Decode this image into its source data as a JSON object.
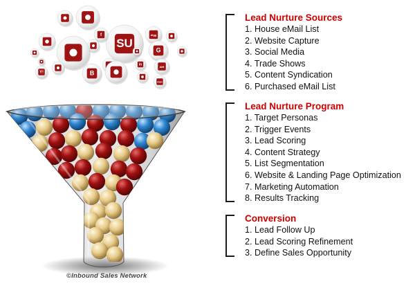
{
  "sections": [
    {
      "title": "Lead Nurture Sources",
      "items": [
        "1. House eMail List",
        "2. Website Capture",
        "3. Social Media",
        "4. Trade Shows",
        "5. Content Syndication",
        "6. Purchased eMail List"
      ]
    },
    {
      "title": "Lead Nurture Program",
      "items": [
        "1. Target Personas",
        "2. Trigger Events",
        "3. Lead Scoring",
        "4. Content Strategy",
        "5. List Segmentation",
        "6. Website & Landing Page Optimization",
        "7. Marketing Automation",
        "8. Results Tracking"
      ]
    },
    {
      "title": "Conversion",
      "items": [
        "1. Lead Follow Up",
        "2. Lead Scoring Refinement",
        "3. Define Sales Opportunity"
      ]
    }
  ],
  "watermark": "©Inbound Sales Network",
  "social_icons": [
    {
      "icon": "friendfeed-icon"
    },
    {
      "icon": "myspace-icon"
    },
    {
      "icon": "rss-icon"
    },
    {
      "icon": "delicious-icon"
    },
    {
      "icon": "reddit-icon"
    },
    {
      "icon": "stumbleupon-icon",
      "label": "SU"
    },
    {
      "icon": "digg-icon",
      "label": "digg"
    },
    {
      "icon": "ekit-icon"
    },
    {
      "icon": "facebook-icon",
      "label": "f"
    },
    {
      "icon": "email-icon"
    },
    {
      "icon": "google-icon",
      "label": "G"
    },
    {
      "icon": "yahoo-icon",
      "label": "Y!"
    },
    {
      "icon": "windows-live-icon"
    },
    {
      "icon": "blogger-icon",
      "label": "B"
    },
    {
      "icon": "youtube-icon"
    },
    {
      "icon": "linkedin-icon",
      "label": "in"
    },
    {
      "icon": "flickr-icon"
    },
    {
      "icon": "aim-icon",
      "label": "AIM"
    },
    {
      "icon": "msn-icon",
      "label": "msn"
    },
    {
      "icon": "picasa-icon"
    },
    {
      "icon": "technorati-icon"
    },
    {
      "icon": "sphinn-icon"
    },
    {
      "icon": "orkut-icon"
    }
  ],
  "colors": {
    "accent_red": "#cc0000",
    "icon_red": "#9e1414",
    "ball_red": "#a01010",
    "ball_blue": "#2f86cf",
    "ball_cream": "#e6c986",
    "text": "#111111"
  }
}
